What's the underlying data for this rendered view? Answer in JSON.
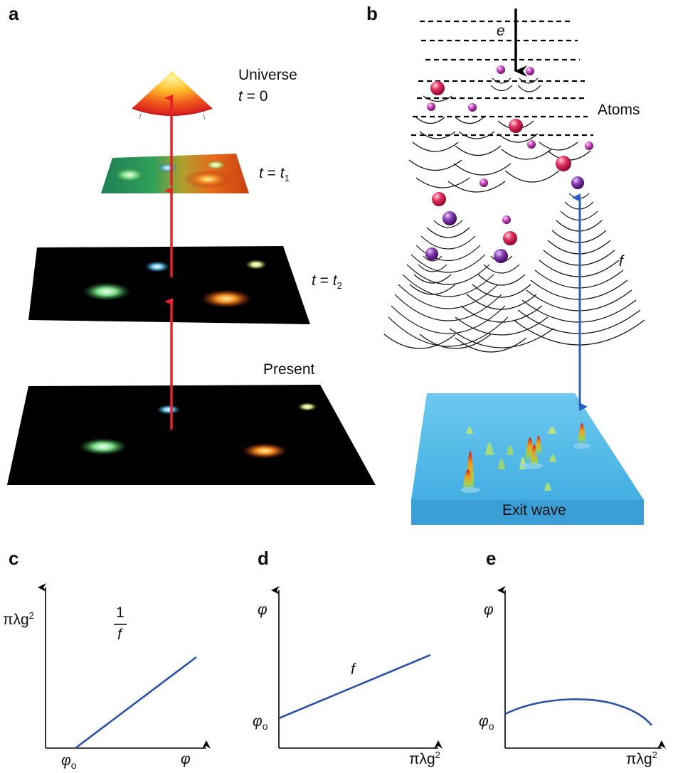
{
  "panels": {
    "a": {
      "letter": "a",
      "universe_label": "Universe",
      "t0_var": "t",
      "t0_eq": " = 0",
      "t1_var": "t",
      "t1_eq": " = ",
      "t1_sub_var": "t",
      "t1_sub": "1",
      "t2_var": "t",
      "t2_eq": " = ",
      "t2_sub_var": "t",
      "t2_sub": "2",
      "present_label": "Present"
    },
    "b": {
      "letter": "b",
      "e_label": "e",
      "atoms_label": "Atoms",
      "f_label": "f",
      "exit_label": "Exit wave"
    },
    "c": {
      "letter": "c",
      "y_label": "πλg",
      "y_sup": "2",
      "frac_num": "1",
      "frac_den": "f",
      "x_tick": "φ",
      "x_tick_sub": "o",
      "x_label": "φ"
    },
    "d": {
      "letter": "d",
      "y_label": "φ",
      "y_tick": "φ",
      "y_tick_sub": "o",
      "slope_label": "f",
      "x_label": "πλg",
      "x_sup": "2"
    },
    "e": {
      "letter": "e",
      "y_label": "φ",
      "y_tick": "φ",
      "y_tick_sub": "o",
      "x_label": "πλg",
      "x_sup": "2"
    }
  },
  "colors": {
    "arrow_red": "#e8202a",
    "arrow_blue": "#2a5dc0",
    "line_blue": "#2b52a6",
    "water_blue": "#4fb8e6",
    "atom_red": "#e0306a",
    "atom_purple": "#8a3fb5",
    "atom_pink": "#c44fb8"
  },
  "icons": [
    "galaxy-icon",
    "cone-universe-icon",
    "atom-icon"
  ]
}
